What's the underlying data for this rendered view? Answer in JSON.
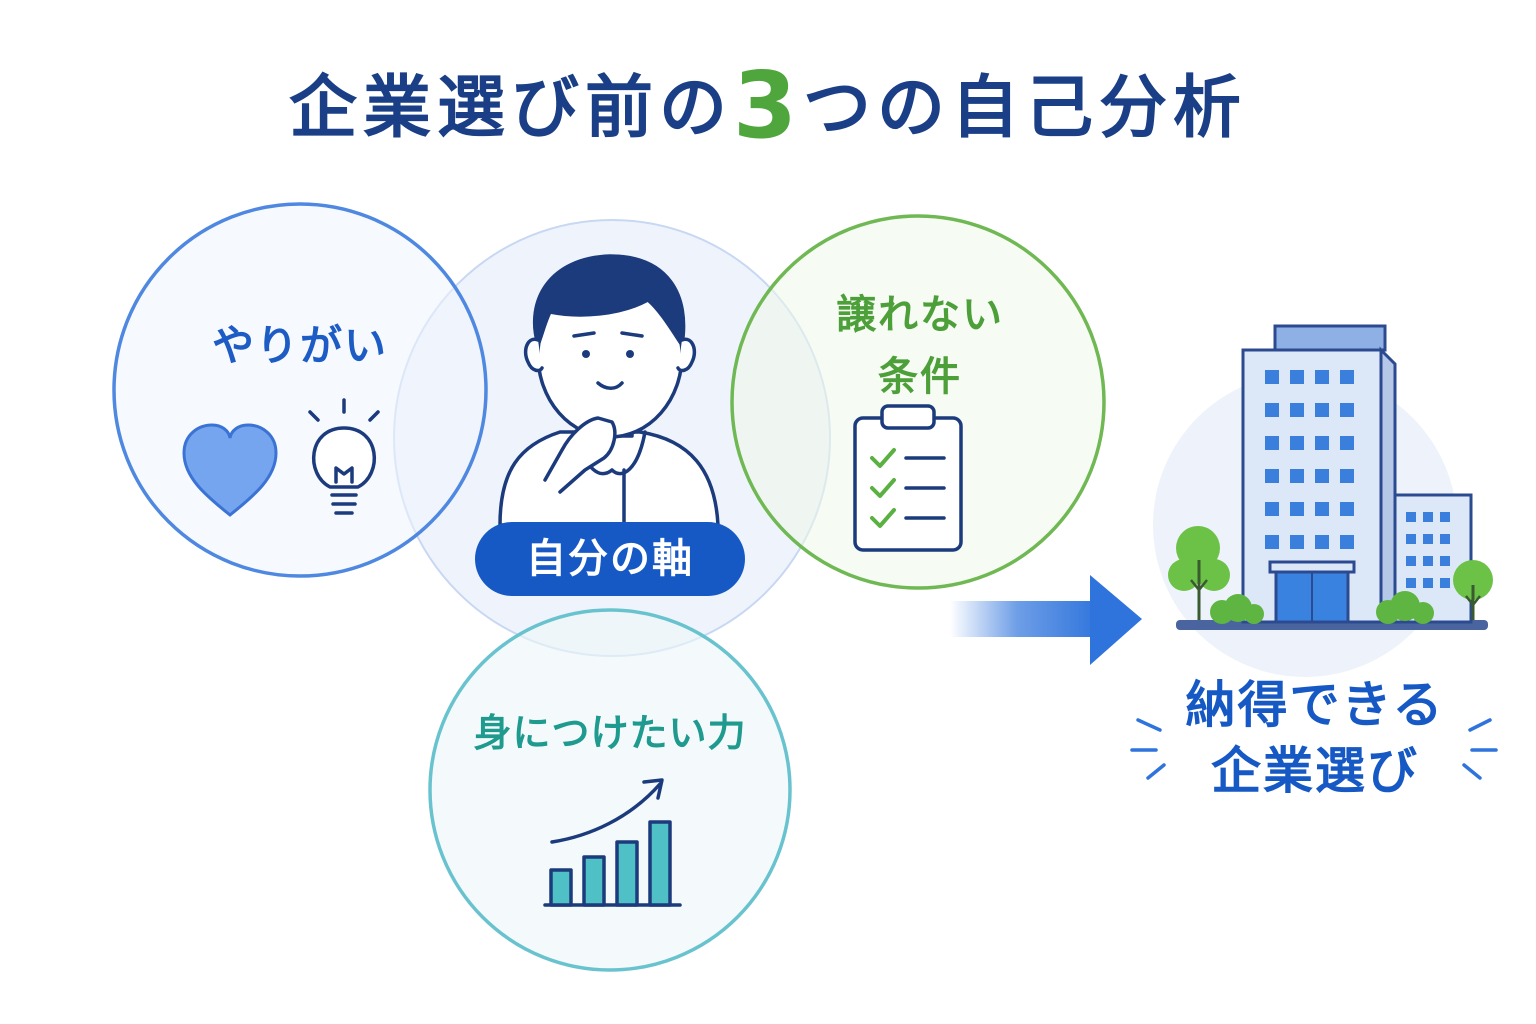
{
  "title": {
    "pre": "企業選び前の",
    "num": "3",
    "post": "つの自己分析"
  },
  "circles": {
    "yarigai": {
      "label": "やりがい",
      "icons": [
        "heart-icon",
        "lightbulb-icon"
      ]
    },
    "yuzurenai": {
      "line1": "譲れない",
      "line2": "条件",
      "icons": [
        "clipboard-checklist-icon"
      ]
    },
    "chikara": {
      "label": "身につけたい力",
      "icons": [
        "growth-chart-icon"
      ]
    }
  },
  "center": {
    "label": "自分の軸",
    "icons": [
      "thinking-person-icon"
    ]
  },
  "result": {
    "line1": "納得できる",
    "line2": "企業選び",
    "icons": [
      "office-building-icon",
      "arrow-right-icon"
    ]
  },
  "colors": {
    "title": "#1a3f86",
    "accent_green": "#4ea63c",
    "blue": "#1d5cc4",
    "green": "#4d9f3a",
    "teal": "#1f9a8e",
    "pill": "#1659c4"
  }
}
